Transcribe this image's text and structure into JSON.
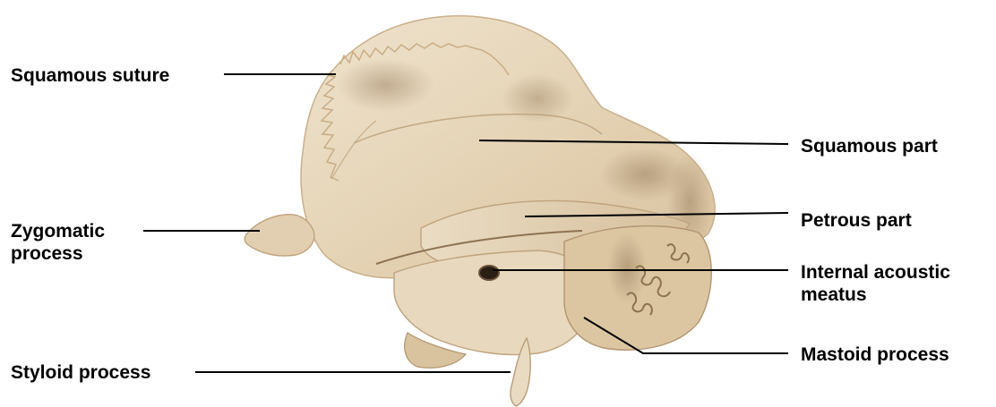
{
  "labels": {
    "squamous_suture": "Squamous suture",
    "zygomatic_process_line1": "Zygomatic",
    "zygomatic_process_line2": "process",
    "styloid_process": "Styloid process",
    "squamous_part": "Squamous part",
    "petrous_part": "Petrous part",
    "internal_acoustic_meatus_line1": "Internal acoustic",
    "internal_acoustic_meatus_line2": "meatus",
    "mastoid_process": "Mastoid process"
  },
  "colors": {
    "background": "#ffffff",
    "text": "#000000",
    "leader_line": "#000000",
    "bone_light": "#eadbc3",
    "bone_mid": "#dcc7a6",
    "bone_shadow": "#a88c6a",
    "bone_dark": "#7d6347"
  }
}
